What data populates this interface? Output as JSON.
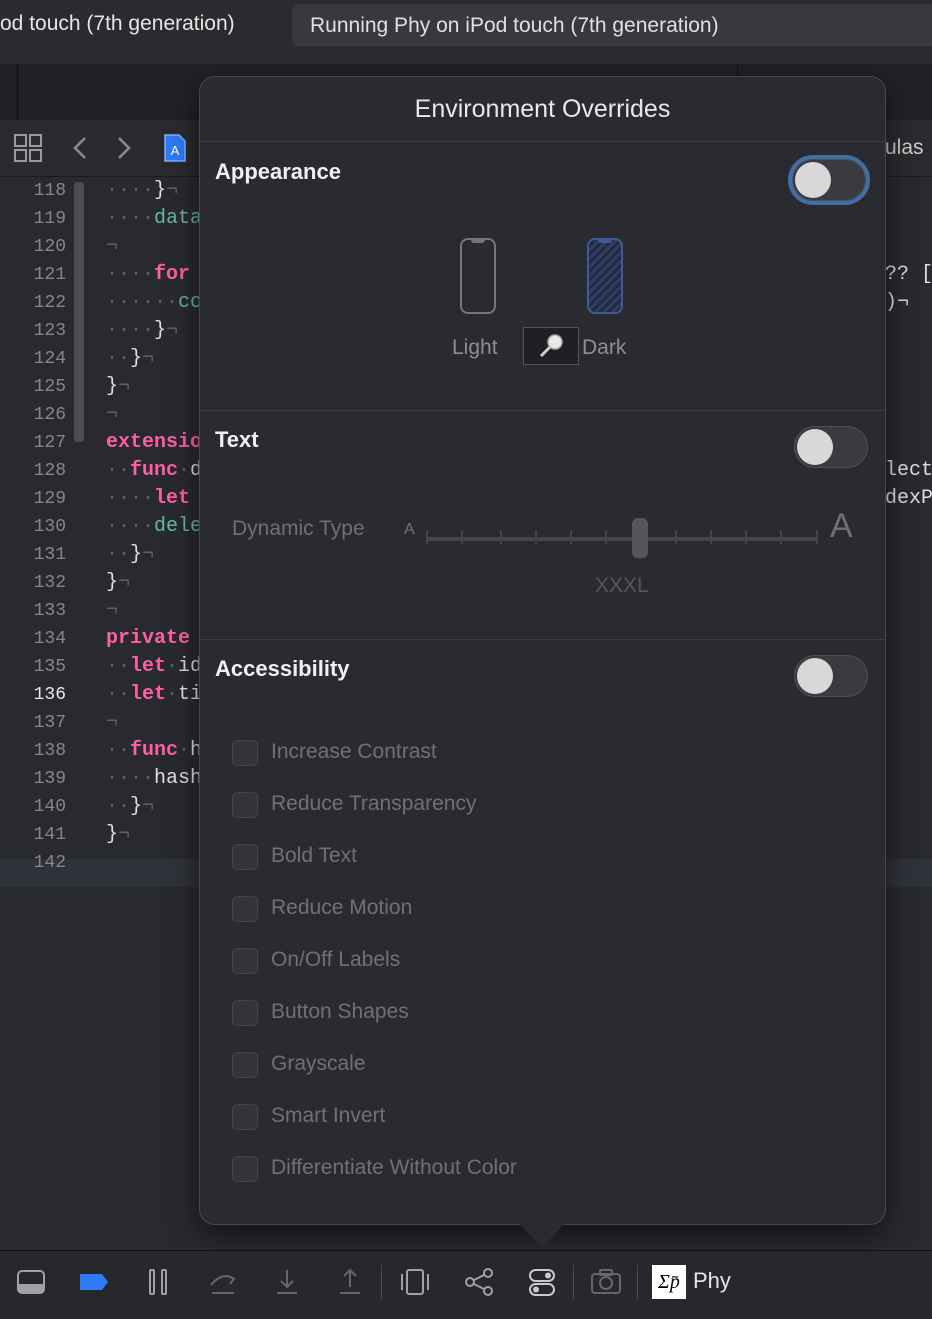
{
  "toolbar": {
    "scheme_partial": "od touch (7th generation)",
    "status": "Running Phy on iPod touch (7th generation)"
  },
  "jump_bar": {
    "partial_right": "ulas"
  },
  "editor": {
    "line_numbers": [
      "118",
      "119",
      "120",
      "121",
      "122",
      "123",
      "124",
      "125",
      "126",
      "127",
      "128",
      "129",
      "130",
      "131",
      "132",
      "133",
      "134",
      "135",
      "136",
      "137",
      "138",
      "139",
      "140",
      "141",
      "142"
    ],
    "current_line": "136",
    "right_fragments": [
      {
        "line": "121",
        "text": "?? ["
      },
      {
        "line": "122",
        "text": ")¬"
      },
      {
        "line": "128",
        "text": "lect"
      },
      {
        "line": "129",
        "text": "dexP"
      }
    ]
  },
  "popover": {
    "title": "Environment Overrides",
    "appearance": {
      "title": "Appearance",
      "enabled": false,
      "light_label": "Light",
      "dark_label": "Dark",
      "selected": "Dark"
    },
    "text": {
      "title": "Text",
      "enabled": false,
      "dynamic_type_label": "Dynamic Type",
      "small_a": "A",
      "large_a": "A",
      "size_value": "XXXL",
      "slider_position": 0.6
    },
    "accessibility": {
      "title": "Accessibility",
      "enabled": false,
      "options": [
        "Increase Contrast",
        "Reduce Transparency",
        "Bold Text",
        "Reduce Motion",
        "On/Off Labels",
        "Button Shapes",
        "Grayscale",
        "Smart Invert",
        "Differentiate Without Color"
      ]
    }
  },
  "debug_bar": {
    "app_name": "Phy",
    "app_icon_text": "Σp̄"
  },
  "colors": {
    "accent_blue": "#2f7bf5",
    "keyword_pink": "#fc5fa3",
    "identifier_teal": "#67b7a4"
  }
}
